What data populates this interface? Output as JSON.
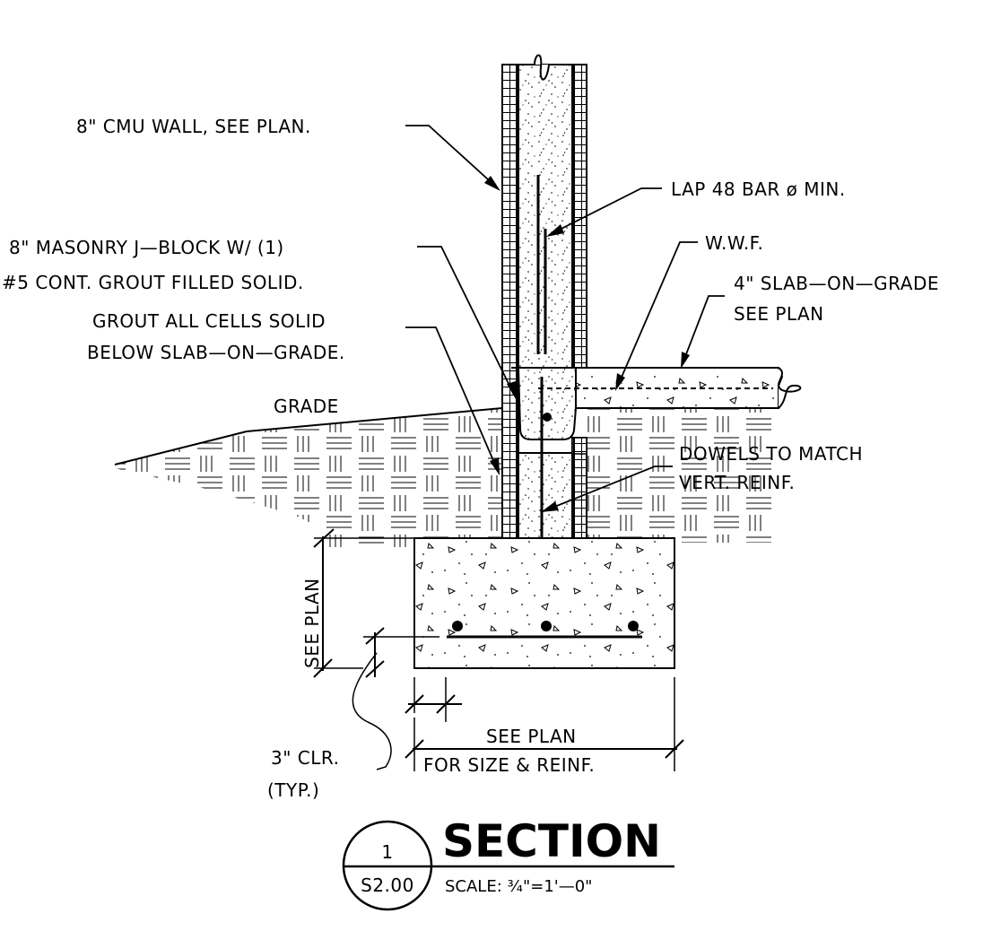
{
  "labels": {
    "cmu_wall": "8\" CMU WALL, SEE PLAN.",
    "lap": "LAP 48 BAR ø MIN.",
    "jblock_1": "8\" MASONRY J—BLOCK W/ (1)",
    "jblock_2": "#5 CONT. GROUT FILLED SOLID.",
    "wwf": "W.W.F.",
    "slab_1": "4\" SLAB—ON—GRADE",
    "slab_2": "SEE PLAN",
    "grout_1": "GROUT ALL CELLS SOLID",
    "grout_2": "BELOW SLAB—ON—GRADE.",
    "grade": "GRADE",
    "dowels_1": "DOWELS TO MATCH",
    "dowels_2": "VERT. REINF.",
    "see_plan_vert": "SEE PLAN",
    "clr_1": "3\" CLR.",
    "clr_2": "(TYP.)",
    "size_1": "SEE PLAN",
    "size_2": "FOR SIZE & REINF."
  },
  "title_block": {
    "detail_number": "1",
    "sheet": "S2.00",
    "title": "SECTION",
    "scale_prefix": "SCALE: ",
    "scale_fraction": "¾",
    "scale_suffix": "\"=1'—0\""
  }
}
